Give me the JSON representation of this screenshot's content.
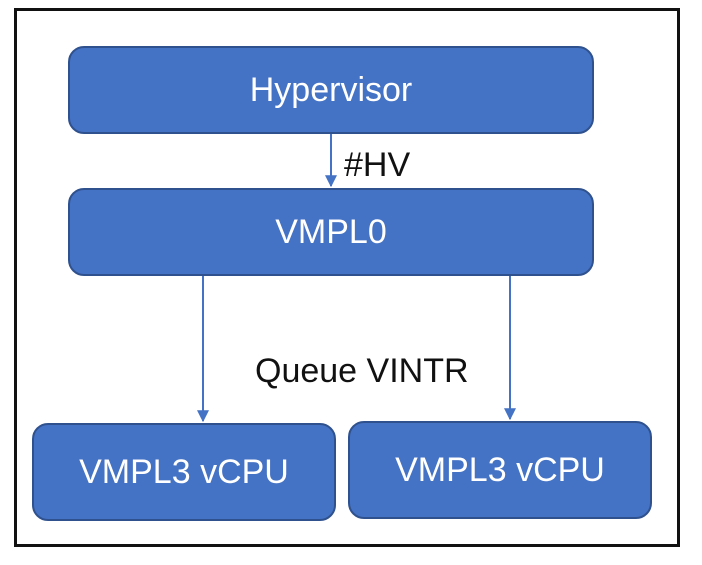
{
  "diagram": {
    "nodes": {
      "hypervisor": "Hypervisor",
      "vmpl0": "VMPL0",
      "vcpu_left": "VMPL3 vCPU",
      "vcpu_right": "VMPL3 vCPU"
    },
    "edges": {
      "hv_label": "#HV",
      "queue_label": "Queue VINTR"
    },
    "colors": {
      "box_fill": "#4472c4",
      "box_border": "#2f528f",
      "arrow": "#4472c4",
      "frame": "#111111"
    }
  }
}
